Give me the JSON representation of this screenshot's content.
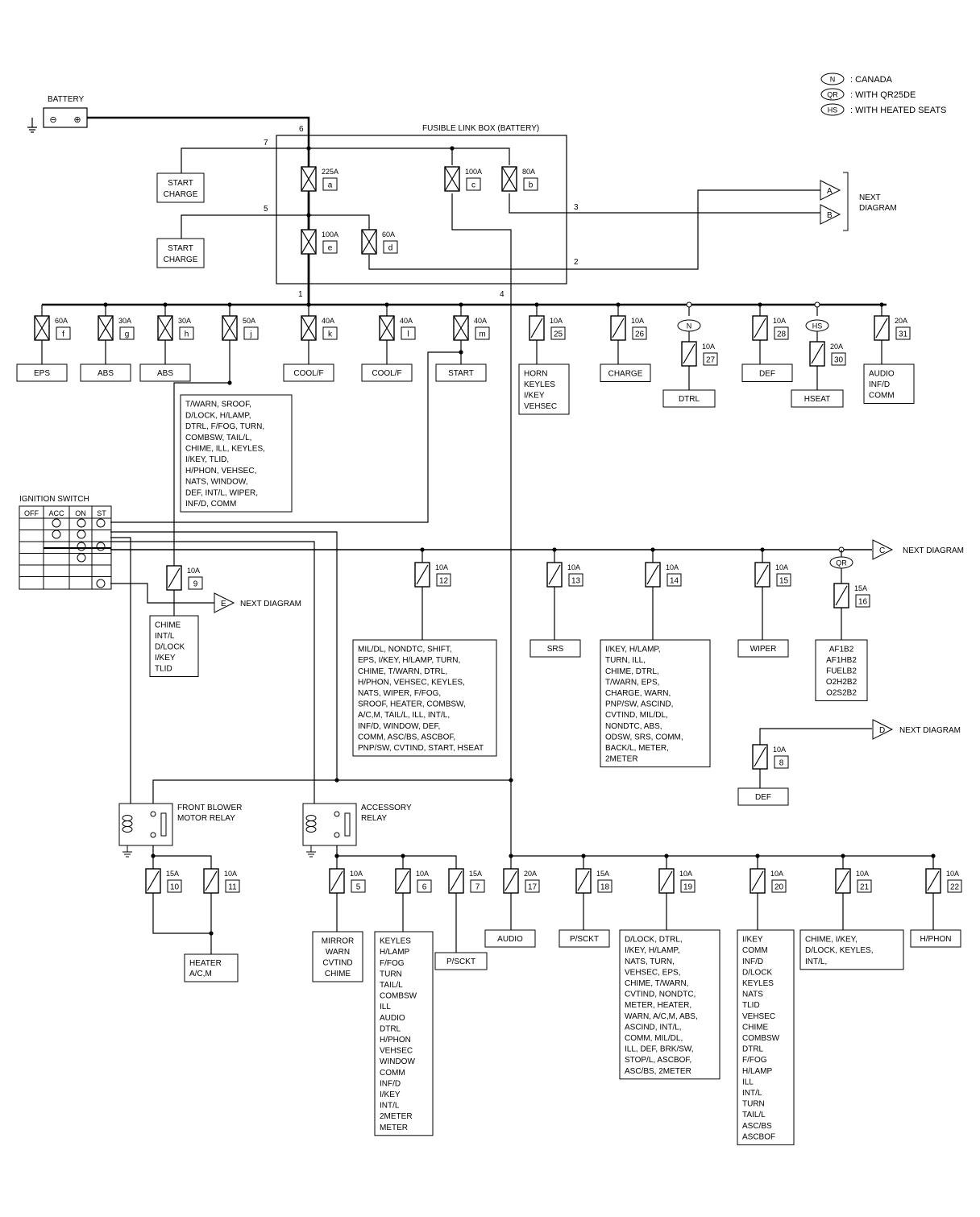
{
  "legend": [
    {
      "code": "N",
      "desc": ": CANADA"
    },
    {
      "code": "QR",
      "desc": ": WITH QR25DE"
    },
    {
      "code": "HS",
      "desc": ": WITH HEATED SEATS"
    }
  ],
  "battery": {
    "label": "BATTERY",
    "minus": "⊖",
    "plus": "⊕"
  },
  "fusible_link_box": {
    "title": "FUSIBLE LINK BOX (BATTERY)"
  },
  "wire_numbers": [
    "6",
    "7",
    "5",
    "3",
    "2",
    "1",
    "4"
  ],
  "fusible_links": [
    {
      "amp": "225A",
      "id": "a"
    },
    {
      "amp": "100A",
      "id": "c"
    },
    {
      "amp": "80A",
      "id": "b"
    },
    {
      "amp": "100A",
      "id": "e"
    },
    {
      "amp": "60A",
      "id": "d"
    }
  ],
  "start_charge": [
    "START",
    "CHARGE"
  ],
  "next_diagram": "NEXT DIAGRAM",
  "next_diagram_lines": [
    "NEXT",
    "DIAGRAM"
  ],
  "connectors": [
    "A",
    "B",
    "C",
    "D",
    "E"
  ],
  "row1_links": [
    {
      "amp": "60A",
      "id": "f",
      "label": "EPS"
    },
    {
      "amp": "30A",
      "id": "g",
      "label": "ABS"
    },
    {
      "amp": "30A",
      "id": "h",
      "label": "ABS"
    },
    {
      "amp": "50A",
      "id": "j",
      "label": ""
    },
    {
      "amp": "40A",
      "id": "k",
      "label": "COOL/F"
    },
    {
      "amp": "40A",
      "id": "l",
      "label": "COOL/F"
    },
    {
      "amp": "40A",
      "id": "m",
      "label": "START"
    }
  ],
  "row1_fuses": [
    {
      "amp": "10A",
      "id": "25",
      "label": [
        "HORN",
        "KEYLES",
        "I/KEY",
        "VEHSEC"
      ]
    },
    {
      "amp": "10A",
      "id": "26",
      "label": [
        "CHARGE"
      ]
    },
    {
      "amp": "10A",
      "id": "27",
      "cond": "N",
      "label": [
        "DTRL"
      ]
    },
    {
      "amp": "10A",
      "id": "28",
      "label": [
        "DEF"
      ]
    },
    {
      "amp": "20A",
      "id": "30",
      "cond": "HS",
      "label": [
        "HSEAT"
      ]
    },
    {
      "amp": "20A",
      "id": "31",
      "label": [
        "AUDIO",
        "INF/D",
        "COMM"
      ]
    }
  ],
  "j_box": [
    "T/WARN, SROOF,",
    "D/LOCK, H/LAMP,",
    "DTRL, F/FOG, TURN,",
    "COMBSW, TAIL/L,",
    "CHIME, ILL, KEYLES,",
    "I/KEY, TLID,",
    "H/PHON, VEHSEC,",
    "NATS, WINDOW,",
    "DEF, INT/L, WIPER,",
    "INF/D, COMM"
  ],
  "ignition_switch": {
    "title": "IGNITION SWITCH",
    "cols": [
      "OFF",
      "ACC",
      "ON",
      "ST"
    ]
  },
  "fuse9": {
    "amp": "10A",
    "id": "9",
    "label": [
      "CHIME",
      "INT/L",
      "D/LOCK",
      "I/KEY",
      "TLID"
    ]
  },
  "row2_fuses": [
    {
      "amp": "10A",
      "id": "12",
      "label": [
        "MIL/DL, NONDTC, SHIFT,",
        "EPS, I/KEY, H/LAMP, TURN,",
        "CHIME, T/WARN, DTRL,",
        "H/PHON, VEHSEC, KEYLES,",
        "NATS, WIPER, F/FOG,",
        "SROOF, HEATER, COMBSW,",
        "A/C,M, TAIL/L, ILL, INT/L,",
        "INF/D, WINDOW, DEF,",
        "COMM, ASC/BS, ASCBOF,",
        "PNP/SW, CVTIND, START, HSEAT"
      ]
    },
    {
      "amp": "10A",
      "id": "13",
      "label": [
        "SRS"
      ]
    },
    {
      "amp": "10A",
      "id": "14",
      "label": [
        "I/KEY, H/LAMP,",
        "TURN, ILL,",
        "CHIME, DTRL,",
        "T/WARN, EPS,",
        "CHARGE, WARN,",
        "PNP/SW, ASCIND,",
        "CVTIND, MIL/DL,",
        "NONDTC, ABS,",
        "ODSW, SRS, COMM,",
        "BACK/L, METER,",
        "2METER"
      ]
    },
    {
      "amp": "10A",
      "id": "15",
      "label": [
        "WIPER"
      ]
    },
    {
      "amp": "15A",
      "id": "16",
      "cond": "QR",
      "label": [
        "AF1B2",
        "AF1HB2",
        "FUELB2",
        "O2H2B2",
        "O2S2B2"
      ]
    }
  ],
  "fuse8": {
    "amp": "10A",
    "id": "8",
    "label": [
      "DEF"
    ]
  },
  "relays": [
    {
      "name": [
        "FRONT BLOWER",
        "MOTOR RELAY"
      ]
    },
    {
      "name": [
        "ACCESSORY",
        "RELAY"
      ]
    }
  ],
  "row3_fuses": [
    {
      "amp": "15A",
      "id": "10"
    },
    {
      "amp": "10A",
      "id": "11"
    },
    {
      "amp": "10A",
      "id": "5",
      "label": [
        "MIRROR",
        "WARN",
        "CVTIND",
        "CHIME"
      ]
    },
    {
      "amp": "10A",
      "id": "6",
      "label": [
        "KEYLES",
        "H/LAMP",
        "F/FOG",
        "TURN",
        "TAIL/L",
        "COMBSW",
        "ILL",
        "AUDIO",
        "DTRL",
        "H/PHON",
        "VEHSEC",
        "WINDOW",
        "COMM",
        "INF/D",
        "I/KEY",
        "INT/L",
        "2METER",
        "METER"
      ]
    },
    {
      "amp": "15A",
      "id": "7",
      "label": [
        "P/SCKT"
      ]
    },
    {
      "amp": "20A",
      "id": "17",
      "label": [
        "AUDIO"
      ]
    },
    {
      "amp": "15A",
      "id": "18",
      "label": [
        "P/SCKT"
      ]
    },
    {
      "amp": "10A",
      "id": "19",
      "label": [
        "D/LOCK, DTRL,",
        "I/KEY, H/LAMP,",
        "NATS, TURN,",
        "VEHSEC, EPS,",
        "CHIME, T/WARN,",
        "CVTIND, NONDTC,",
        "METER, HEATER,",
        "WARN, A/C,M, ABS,",
        "ASCIND, INT/L,",
        "COMM, MIL/DL,",
        "ILL, DEF, BRK/SW,",
        "STOP/L, ASCBOF,",
        "ASC/BS, 2METER"
      ]
    },
    {
      "amp": "10A",
      "id": "20",
      "label": [
        "I/KEY",
        "COMM",
        "INF/D",
        "D/LOCK",
        "KEYLES",
        "NATS",
        "TLID",
        "VEHSEC",
        "CHIME",
        "COMBSW",
        "DTRL",
        "F/FOG",
        "H/LAMP",
        "ILL",
        "INT/L",
        "TURN",
        "TAIL/L",
        "ASC/BS",
        "ASCBOF"
      ]
    },
    {
      "amp": "10A",
      "id": "21",
      "label": [
        "CHIME, I/KEY,",
        "D/LOCK, KEYLES,",
        "INT/L,"
      ]
    },
    {
      "amp": "10A",
      "id": "22",
      "label": [
        "H/PHON"
      ]
    }
  ],
  "heater_label": [
    "HEATER",
    "A/C,M"
  ]
}
